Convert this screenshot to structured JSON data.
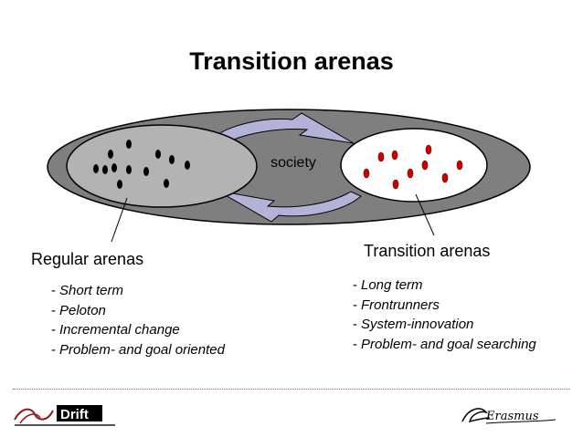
{
  "slide": {
    "title": "Transition arenas"
  },
  "diagram": {
    "center_label": "society",
    "left_arena": {
      "label": "Regular arenas",
      "items": [
        "Short term",
        "Peloton",
        "Incremental change",
        "Problem- and goal oriented"
      ],
      "dot_color": "#000000"
    },
    "right_arena": {
      "label": "Transition arenas",
      "items": [
        "Long term",
        "Frontrunners",
        "System-innovation",
        "Problem- and goal searching"
      ],
      "dot_color": "#cc0000"
    },
    "colors": {
      "outer_ellipse": "#7f7f7f",
      "left_ellipse": "#b3b3b3",
      "right_ellipse": "#ffffff",
      "arrows": "#b3b3d9",
      "footer_rule": "#c0504d"
    }
  },
  "footer": {
    "left_logo_text": "Drift",
    "right_logo_text": "Erasmus"
  }
}
